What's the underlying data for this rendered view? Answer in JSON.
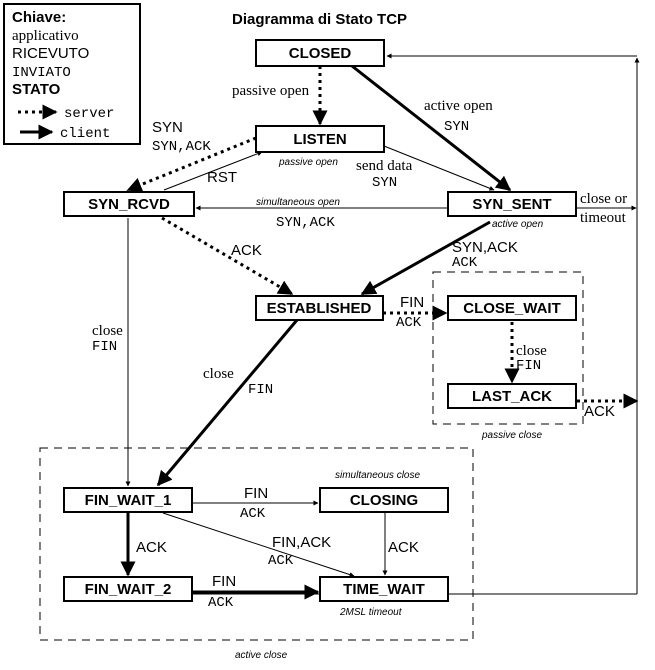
{
  "title": "Diagramma di Stato TCP",
  "legend": {
    "heading": "Chiave:",
    "app_label": "applicativo",
    "received_label": "RICEVUTO",
    "sent_label": "INVIATO",
    "state_label": "STATO",
    "server_label": "server",
    "client_label": "client"
  },
  "states": {
    "closed": "CLOSED",
    "listen": "LISTEN",
    "syn_rcvd": "SYN_RCVD",
    "syn_sent": "SYN_SENT",
    "established": "ESTABLISHED",
    "close_wait": "CLOSE_WAIT",
    "last_ack": "LAST_ACK",
    "fin_wait_1": "FIN_WAIT_1",
    "closing": "CLOSING",
    "fin_wait_2": "FIN_WAIT_2",
    "time_wait": "TIME_WAIT"
  },
  "transitions": {
    "closed_listen_app": "passive open",
    "closed_synsent_app": "active open",
    "closed_synsent_sent": "SYN",
    "listen_synrcvd_recv": "SYN",
    "listen_synrcvd_sent": "SYN,ACK",
    "synrcvd_listen_recv": "RST",
    "listen_synsent_app": "send data",
    "listen_synsent_sent": "SYN",
    "synsent_synrcvd_sent": "SYN,ACK",
    "synsent_closed_app_1": "close or",
    "synsent_closed_app_2": "timeout",
    "synrcvd_est_recv": "ACK",
    "synsent_est_recv": "SYN,ACK",
    "synsent_est_sent": "ACK",
    "est_closewait_recv": "FIN",
    "est_closewait_sent": "ACK",
    "closewait_lastack_app": "close",
    "closewait_lastack_sent": "FIN",
    "lastack_closed_recv": "ACK",
    "synrcvd_finwait1_app": "close",
    "synrcvd_finwait1_sent": "FIN",
    "est_finwait1_app": "close",
    "est_finwait1_sent": "FIN",
    "finwait1_closing_recv": "FIN",
    "finwait1_closing_sent": "ACK",
    "finwait1_timewait_recv": "FIN,ACK",
    "finwait1_timewait_sent": "ACK",
    "finwait1_finwait2_recv": "ACK",
    "finwait2_timewait_recv": "FIN",
    "finwait2_timewait_sent": "ACK",
    "closing_timewait_recv": "ACK"
  },
  "notes": {
    "passive_open": "passive open",
    "simultaneous_open": "simultaneous open",
    "active_open": "active open",
    "passive_close": "passive close",
    "simultaneous_close": "simultaneous close",
    "timeout_2msl": "2MSL timeout",
    "active_close": "active close"
  }
}
